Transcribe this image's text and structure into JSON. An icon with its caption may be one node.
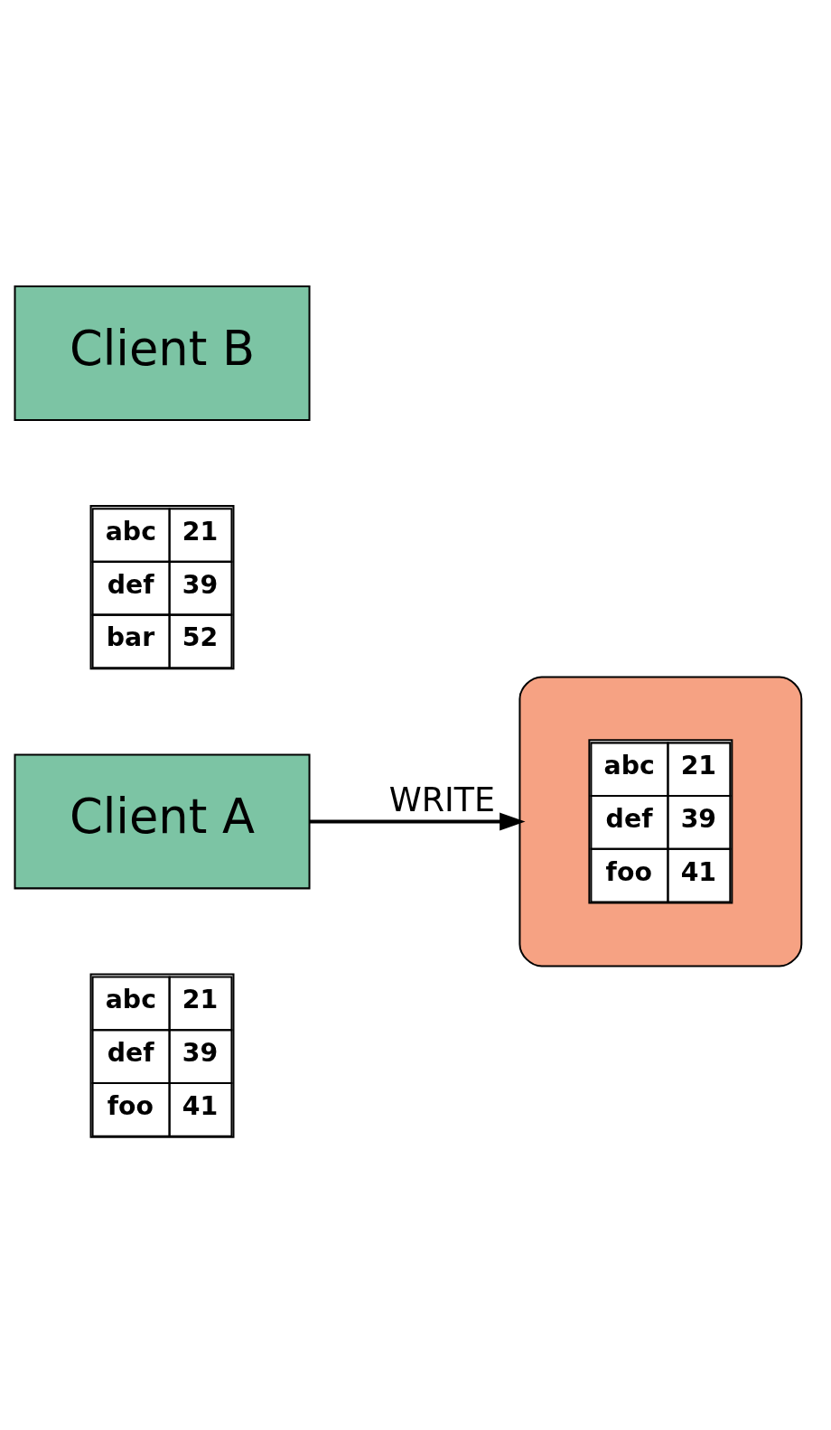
{
  "diagram": {
    "nodes": [
      {
        "text": [
          "abc",
          "21",
          "def",
          "39",
          "foo",
          "41"
        ]
      },
      {
        "text": [
          "Client A"
        ]
      },
      {
        "text": [],
        "shape": "cylinder"
      },
      {
        "text": [
          "abc",
          "21",
          "def",
          "39",
          "foo",
          "41"
        ],
        "in": 2
      },
      {
        "text": [
          "abc",
          "21",
          "def",
          "39",
          "bar",
          "52"
        ]
      },
      {
        "text": [
          "Client B"
        ]
      }
    ],
    "edges": [
      {
        "from": 1,
        "to": 2,
        "arrow": "to",
        "label": "WRITE"
      }
    ]
  }
}
